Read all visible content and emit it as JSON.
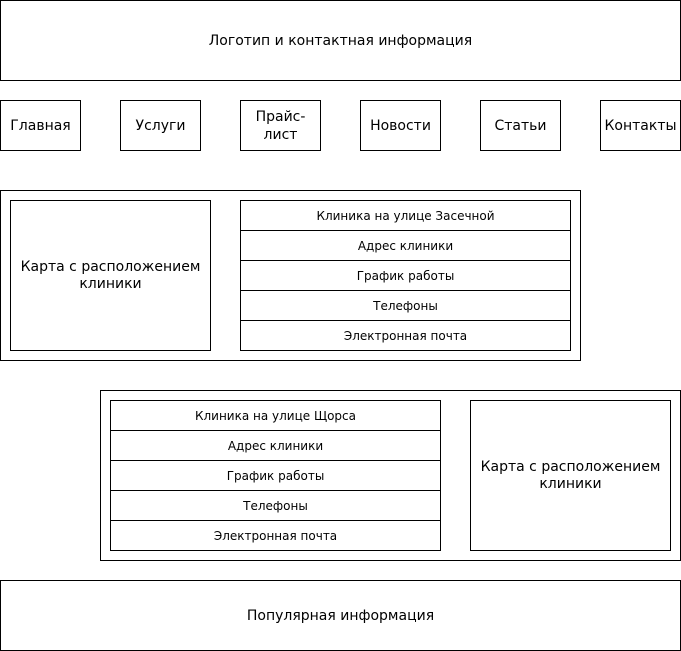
{
  "header": {
    "text": "Логотип и контактная информация"
  },
  "nav": {
    "items": [
      {
        "label": "Главная"
      },
      {
        "label": "Услуги"
      },
      {
        "label": "Прайс-лист"
      },
      {
        "label": "Новости"
      },
      {
        "label": "Статьи"
      },
      {
        "label": "Контакты"
      }
    ]
  },
  "clinic1": {
    "map_text": "Карта с расположением клиники",
    "rows": [
      "Клиника на улице Засечной",
      "Адрес клиники",
      "График работы",
      "Телефоны",
      "Электронная почта"
    ]
  },
  "clinic2": {
    "map_text": "Карта с расположением клиники",
    "rows": [
      "Клиника на улице Щорса",
      "Адрес клиники",
      "График работы",
      "Телефоны",
      "Электронная почта"
    ]
  },
  "footer": {
    "text": "Популярная информация"
  }
}
